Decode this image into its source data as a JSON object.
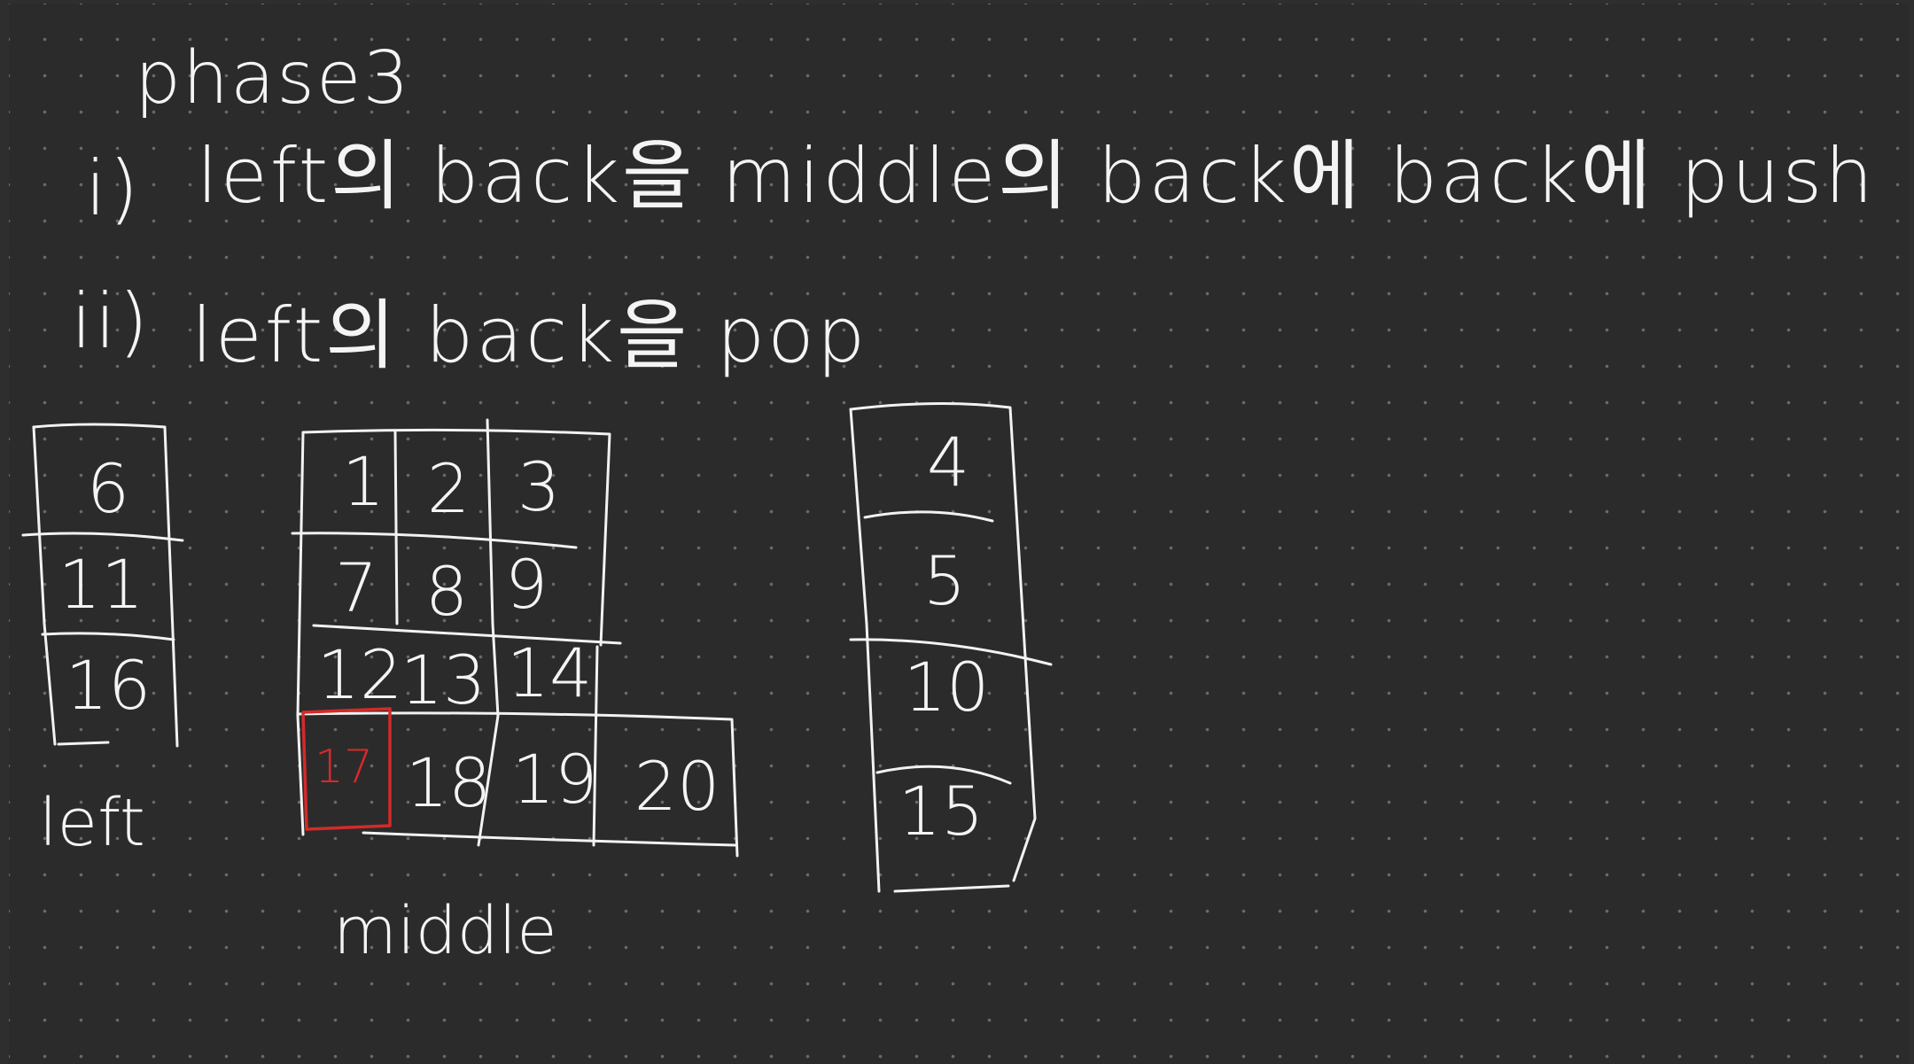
{
  "note": {
    "title": "phase3",
    "steps": [
      {
        "marker": "i)",
        "text": "left의 back을 middle의 back에 back에 push"
      },
      {
        "marker": "ii)",
        "text": "left의 back을 pop"
      }
    ]
  },
  "left": {
    "label": "left",
    "cells": [
      "6",
      "11",
      "16"
    ]
  },
  "middle": {
    "label": "middle",
    "rows": [
      [
        "1",
        "2",
        "3",
        ""
      ],
      [
        "7",
        "8",
        "9",
        ""
      ],
      [
        "12",
        "13",
        "14",
        ""
      ],
      [
        "17",
        "18",
        "19",
        "20"
      ]
    ],
    "highlighted": "17",
    "highlight_color": "#d42a2a"
  },
  "right": {
    "cells": [
      "4",
      "5",
      "10",
      "15"
    ]
  },
  "colors": {
    "background": "#2b2b2b",
    "ink": "#f4f4f4",
    "dots": "#6a6a6a"
  }
}
